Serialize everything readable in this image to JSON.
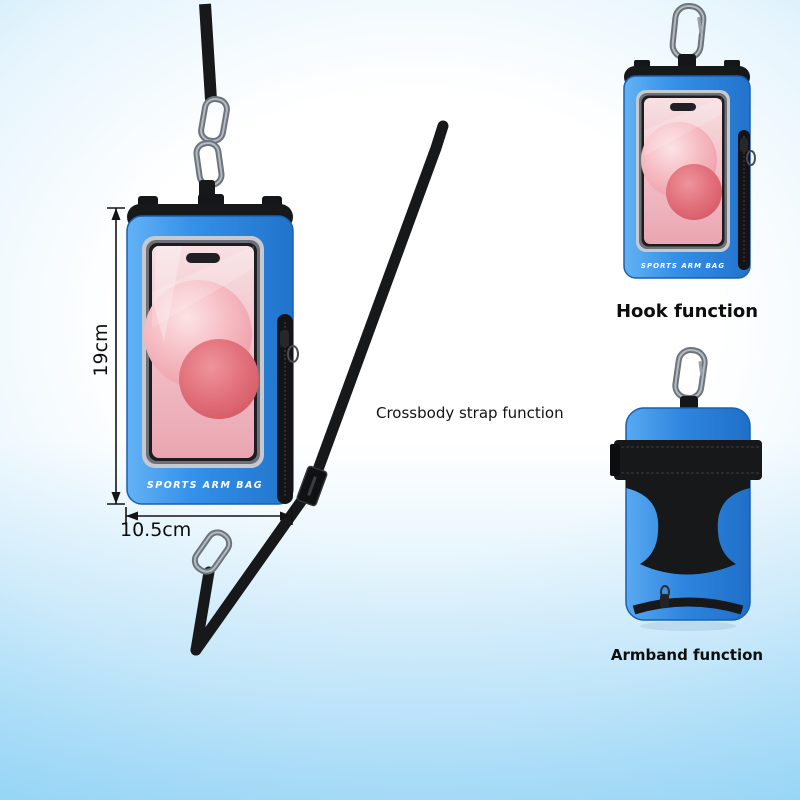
{
  "annotations": {
    "height_label": "19cm",
    "width_label": "10.5cm",
    "crossbody_label": "Crossbody strap function",
    "hook_label": "Hook function",
    "armband_label": "Armband function"
  },
  "product": {
    "brand_text": "SPORTS ARM BAG",
    "colors": {
      "body_blue": "#2f86df",
      "body_blue_light": "#63b2f5",
      "strap_black": "#17181a",
      "window_frame_silver": "#c6cacf",
      "screen_pink": "#f2c2ca",
      "sphere_red": "#d45863",
      "carabiner_metal": "#7f868d",
      "background_edge_blue": "#93d4f4",
      "background_center": "#ffffff"
    }
  }
}
